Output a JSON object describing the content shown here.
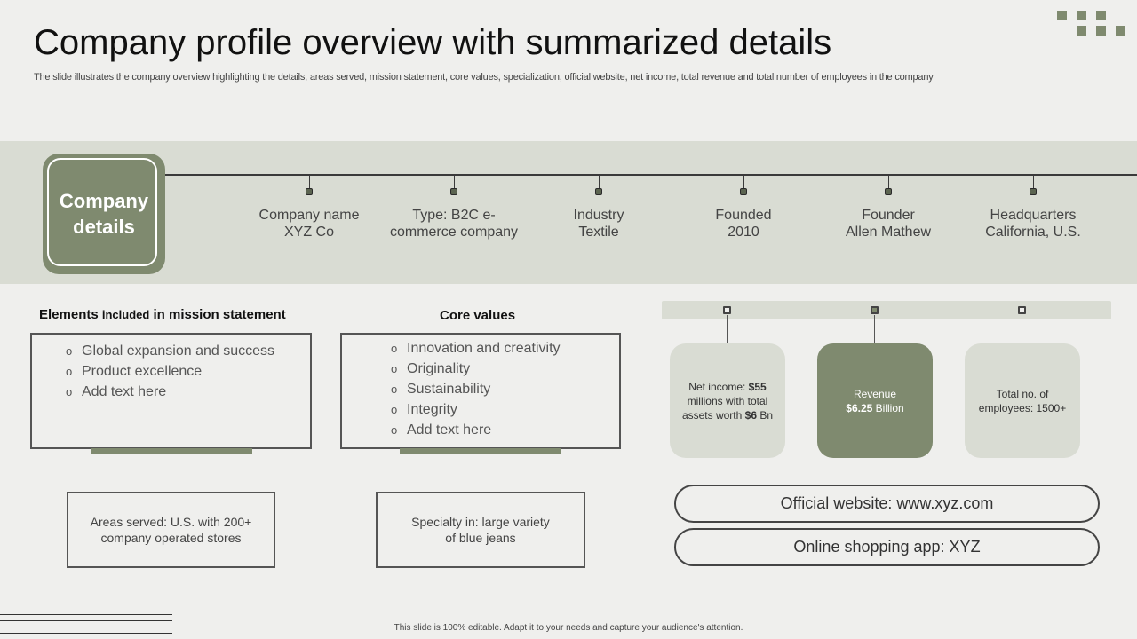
{
  "title": "Company profile overview with summarized details",
  "subtitle": "The slide illustrates the company overview highlighting the details, areas served, mission statement, core values, specialization, official website, net income, total revenue and total number of employees in the company",
  "company_details": {
    "label": "Company\ndetails",
    "items": [
      {
        "text": "Company name\nXYZ Co"
      },
      {
        "text": "Type:  B2C e-\ncommerce company"
      },
      {
        "text": "Industry\nTextile"
      },
      {
        "text": "Founded\n2010"
      },
      {
        "text": "Founder\nAllen Mathew"
      },
      {
        "text": "Headquarters\nCalifornia, U.S."
      }
    ]
  },
  "mission": {
    "heading_pre": "Elements ",
    "heading_small": "included",
    "heading_post": " in mission statement",
    "bullet": "o",
    "items": [
      "Global expansion and success",
      "Product excellence",
      "Add text here"
    ]
  },
  "core_values": {
    "heading": "Core values",
    "bullet": "o",
    "items": [
      "Innovation  and creativity",
      "Originality",
      "Sustainability",
      "Integrity",
      "Add text here"
    ]
  },
  "areas_served": "Areas served: U.S. with 200+\ncompany operated stores",
  "specialty": "Specialty in: large variety\nof blue jeans",
  "stats": {
    "net_income": {
      "pre": "Net income: ",
      "val1": "$55",
      "mid": " millions with total assets worth ",
      "val2": "$6",
      "post": " Bn"
    },
    "revenue": {
      "line1": "Revenue",
      "val": "$6.25",
      "post": " Billion"
    },
    "employees": "Total no. of\nemployees: 1500+"
  },
  "website": "Official website: www.xyz.com",
  "app": "Online shopping app: XYZ",
  "footer": "This slide is 100% editable.  Adapt it to your needs and capture your audience's attention.",
  "colors": {
    "accent": "#7f8a6f",
    "band": "#d9dcd3",
    "background": "#efefed"
  }
}
